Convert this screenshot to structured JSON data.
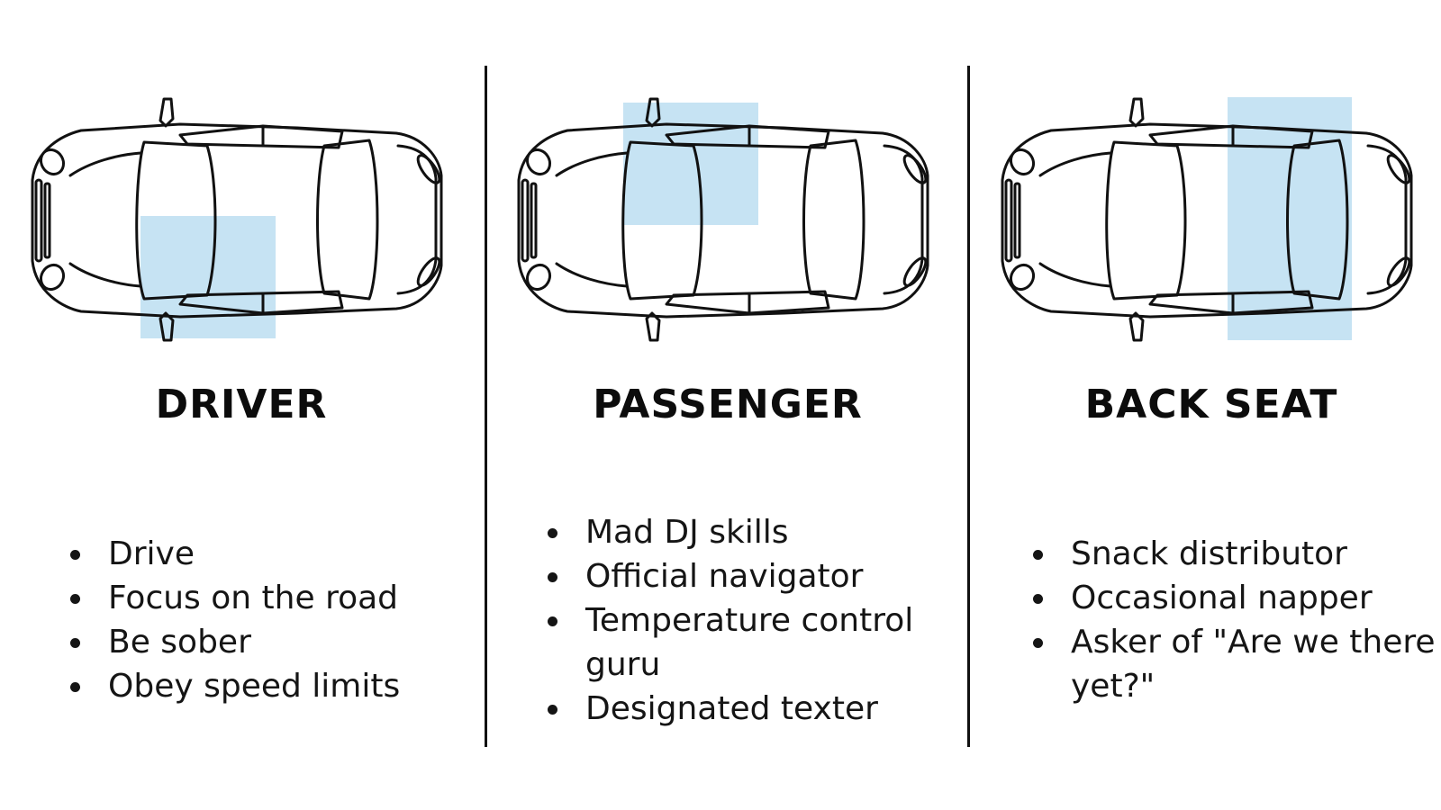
{
  "highlight_color": "#c6e3f3",
  "line_color": "#111111",
  "roles": [
    {
      "title": "DRIVER",
      "highlighted_zone": "driver-seat",
      "duties": [
        "Drive",
        "Focus on the road",
        "Be sober",
        "Obey speed limits"
      ]
    },
    {
      "title": "PASSENGER",
      "highlighted_zone": "front-passenger-seat",
      "duties": [
        "Mad DJ skills",
        "Official navigator",
        "Temperature control guru",
        "Designated texter"
      ]
    },
    {
      "title": "BACK SEAT",
      "highlighted_zone": "rear-seats",
      "duties": [
        "Snack distributor",
        "Occasional napper",
        "Asker of \"Are we there yet?\""
      ]
    }
  ]
}
